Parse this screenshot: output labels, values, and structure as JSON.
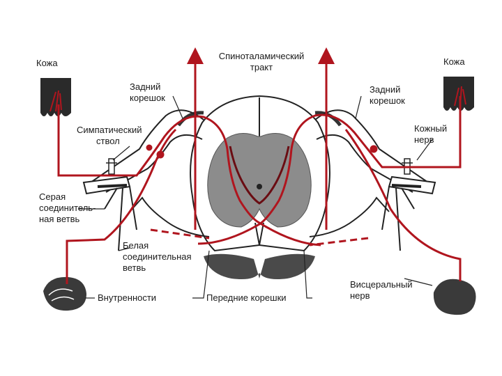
{
  "labels": {
    "skin_left": "Кожа",
    "skin_right": "Кожа",
    "spinothalamic_line1": "Спиноталамический",
    "spinothalamic_line2": "тракт",
    "posterior_root_left_line1": "Задний",
    "posterior_root_left_line2": "корешок",
    "posterior_root_right_line1": "Задний",
    "posterior_root_right_line2": "корешок",
    "sympathetic_trunk_line1": "Симпатический",
    "sympathetic_trunk_line2": "ствол",
    "skin_nerve_line1": "Кожный",
    "skin_nerve_line2": "нерв",
    "gray_ramus_line1": "Серая",
    "gray_ramus_line2": "соединитель-",
    "gray_ramus_line3": "ная ветвь",
    "white_ramus_line1": "Белая",
    "white_ramus_line2": "соединительная",
    "white_ramus_line3": "ветвь",
    "viscera": "Внутренности",
    "anterior_roots": "Передние корешки",
    "visceral_nerve_line1": "Висцеральный",
    "visceral_nerve_line2": "нерв"
  },
  "colors": {
    "nerve_red": "#b0151e",
    "gray_matter": "#8c8c8c",
    "outline": "#222222",
    "background": "#ffffff"
  }
}
